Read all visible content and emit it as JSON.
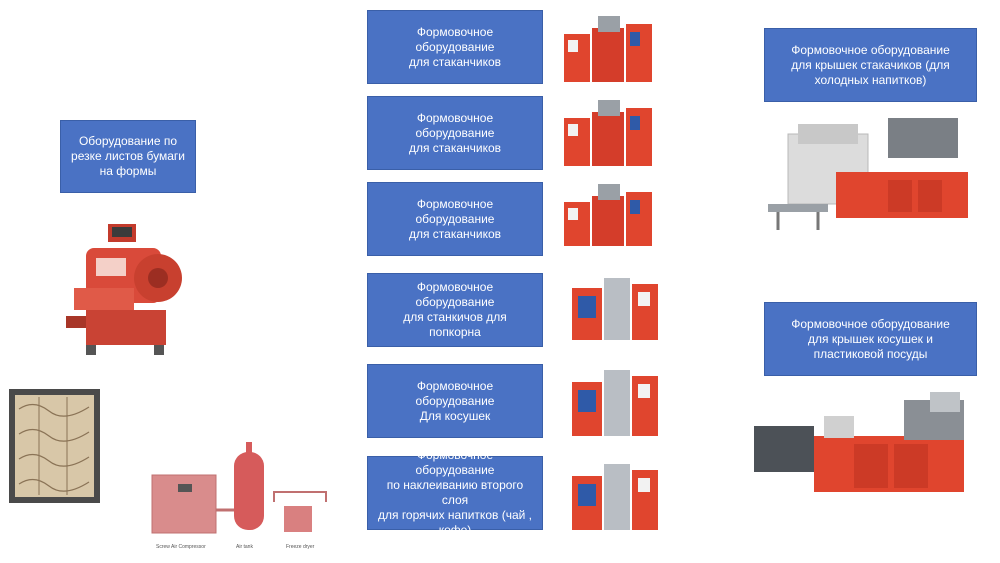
{
  "left": {
    "cutting_label": "Оборудование по\nрезке листов бумаги\nна формы"
  },
  "center": {
    "items": [
      {
        "label": "Формовочное\nоборудование\nдля стаканчиков"
      },
      {
        "label": "Формовочное\nоборудование\nдля стаканчиков"
      },
      {
        "label": "Формовочное\nоборудование\nдля стаканчиков"
      },
      {
        "label": "Формовочное\nоборудование\nдля станкичов для\nпопкорна"
      },
      {
        "label": "Формовочное\nоборудование\nДля косушек"
      },
      {
        "label": "Формовочное оборудование\nпо наклеиванию второго слоя\nдля горячих напитков (чай ,\nкофе)"
      }
    ]
  },
  "right": {
    "lids_cold_label": "Формовочное оборудование\nдля крышек стакачиков (для\nхолодных напитков)",
    "lids_bowls_label": "Формовочное оборудование\nдля крышек косушек и\nпластиковой посуды"
  },
  "compressor_captions": [
    "Screw Air Compressor",
    "Air tank",
    "Freeze dryer"
  ],
  "colors": {
    "box_blue": "#4a72c4",
    "machine_red": "#e0452e",
    "machine_pink": "#d96a6a"
  }
}
